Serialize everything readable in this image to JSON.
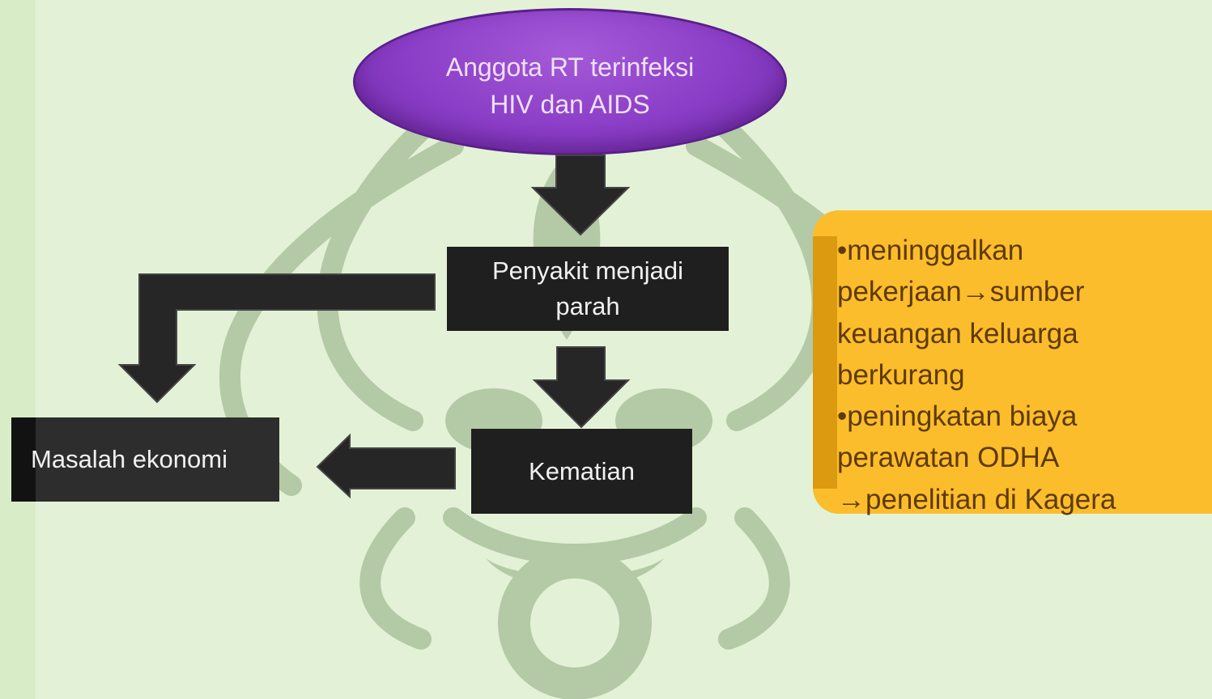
{
  "nodes": {
    "infected": {
      "lines": [
        "Anggota RT terinfeksi",
        "HIV dan AIDS"
      ]
    },
    "severe": {
      "lines": [
        "Penyakit menjadi",
        "parah"
      ]
    },
    "death": {
      "label": "Kematian"
    },
    "economy": {
      "label": "Masalah ekonomi"
    }
  },
  "note": {
    "lines": [
      {
        "bullet": "•",
        "pre": "meninggalkan",
        "arrow": "",
        "post": ""
      },
      {
        "bullet": "",
        "pre": "pekerjaan",
        "arrow": "→",
        "post": "sumber"
      },
      {
        "bullet": "",
        "pre": "keuangan keluarga",
        "arrow": "",
        "post": ""
      },
      {
        "bullet": "",
        "pre": "berkurang",
        "arrow": "",
        "post": ""
      },
      {
        "bullet": "•",
        "pre": "peningkatan biaya",
        "arrow": "",
        "post": ""
      },
      {
        "bullet": "",
        "pre": "perawatan ODHA",
        "arrow": "",
        "post": ""
      },
      {
        "bullet": "",
        "pre": "",
        "arrow": "→",
        "post": "penelitian di Kagera"
      }
    ]
  },
  "colors": {
    "background": "#e3f2d6",
    "watermark": "#b4c9a6",
    "ellipse": "#8a3dc6",
    "box": "#1f1f1f",
    "note": "#fbbd2c",
    "arrow": "#262626"
  },
  "icons": [
    "down-arrow-icon",
    "elbow-arrow-icon",
    "left-arrow-icon"
  ]
}
